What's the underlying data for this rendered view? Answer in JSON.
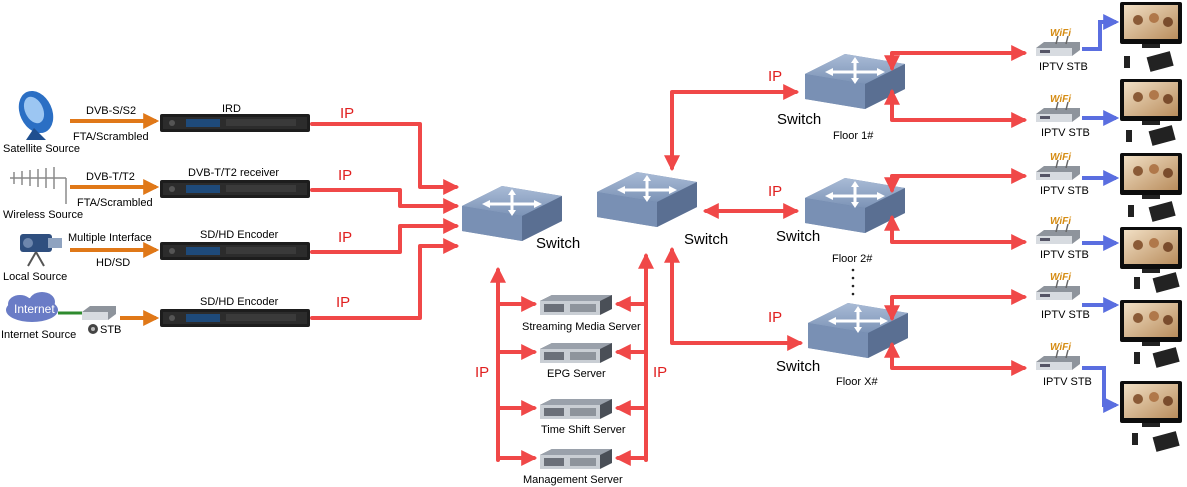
{
  "sources": [
    {
      "label": "Satellite Source",
      "icon": "satellite-dish-icon"
    },
    {
      "label": "Wireless Source",
      "icon": "antenna-icon"
    },
    {
      "label": "Local Source",
      "icon": "camera-icon"
    },
    {
      "label": "Internet Source",
      "icon": "cloud-icon"
    }
  ],
  "links": [
    {
      "top": "DVB-S/S2",
      "bottom": "FTA/Scrambled"
    },
    {
      "top": "DVB-T/T2",
      "bottom": "FTA/Scrambled"
    },
    {
      "top": "Multiple Interface",
      "bottom": "HD/SD"
    },
    {
      "top": "",
      "bottom": ""
    }
  ],
  "stb_label": "STB",
  "devices": [
    "IRD",
    "DVB-T/T2 receiver",
    "SD/HD Encoder",
    "SD/HD Encoder"
  ],
  "ip": "IP",
  "switch": "Switch",
  "servers": [
    "Streaming Media Server",
    "EPG Server",
    "Time Shift Server",
    "Management Server"
  ],
  "floors": [
    "Floor 1#",
    "Floor 2#",
    "Floor X#"
  ],
  "wifi": "WiFi",
  "iptv_stb": "IPTV STB",
  "colors": {
    "ip_link": "#f04848",
    "source_link": "#e07818",
    "tv_link": "#5a6ee0",
    "switch": "#7f95b8"
  }
}
